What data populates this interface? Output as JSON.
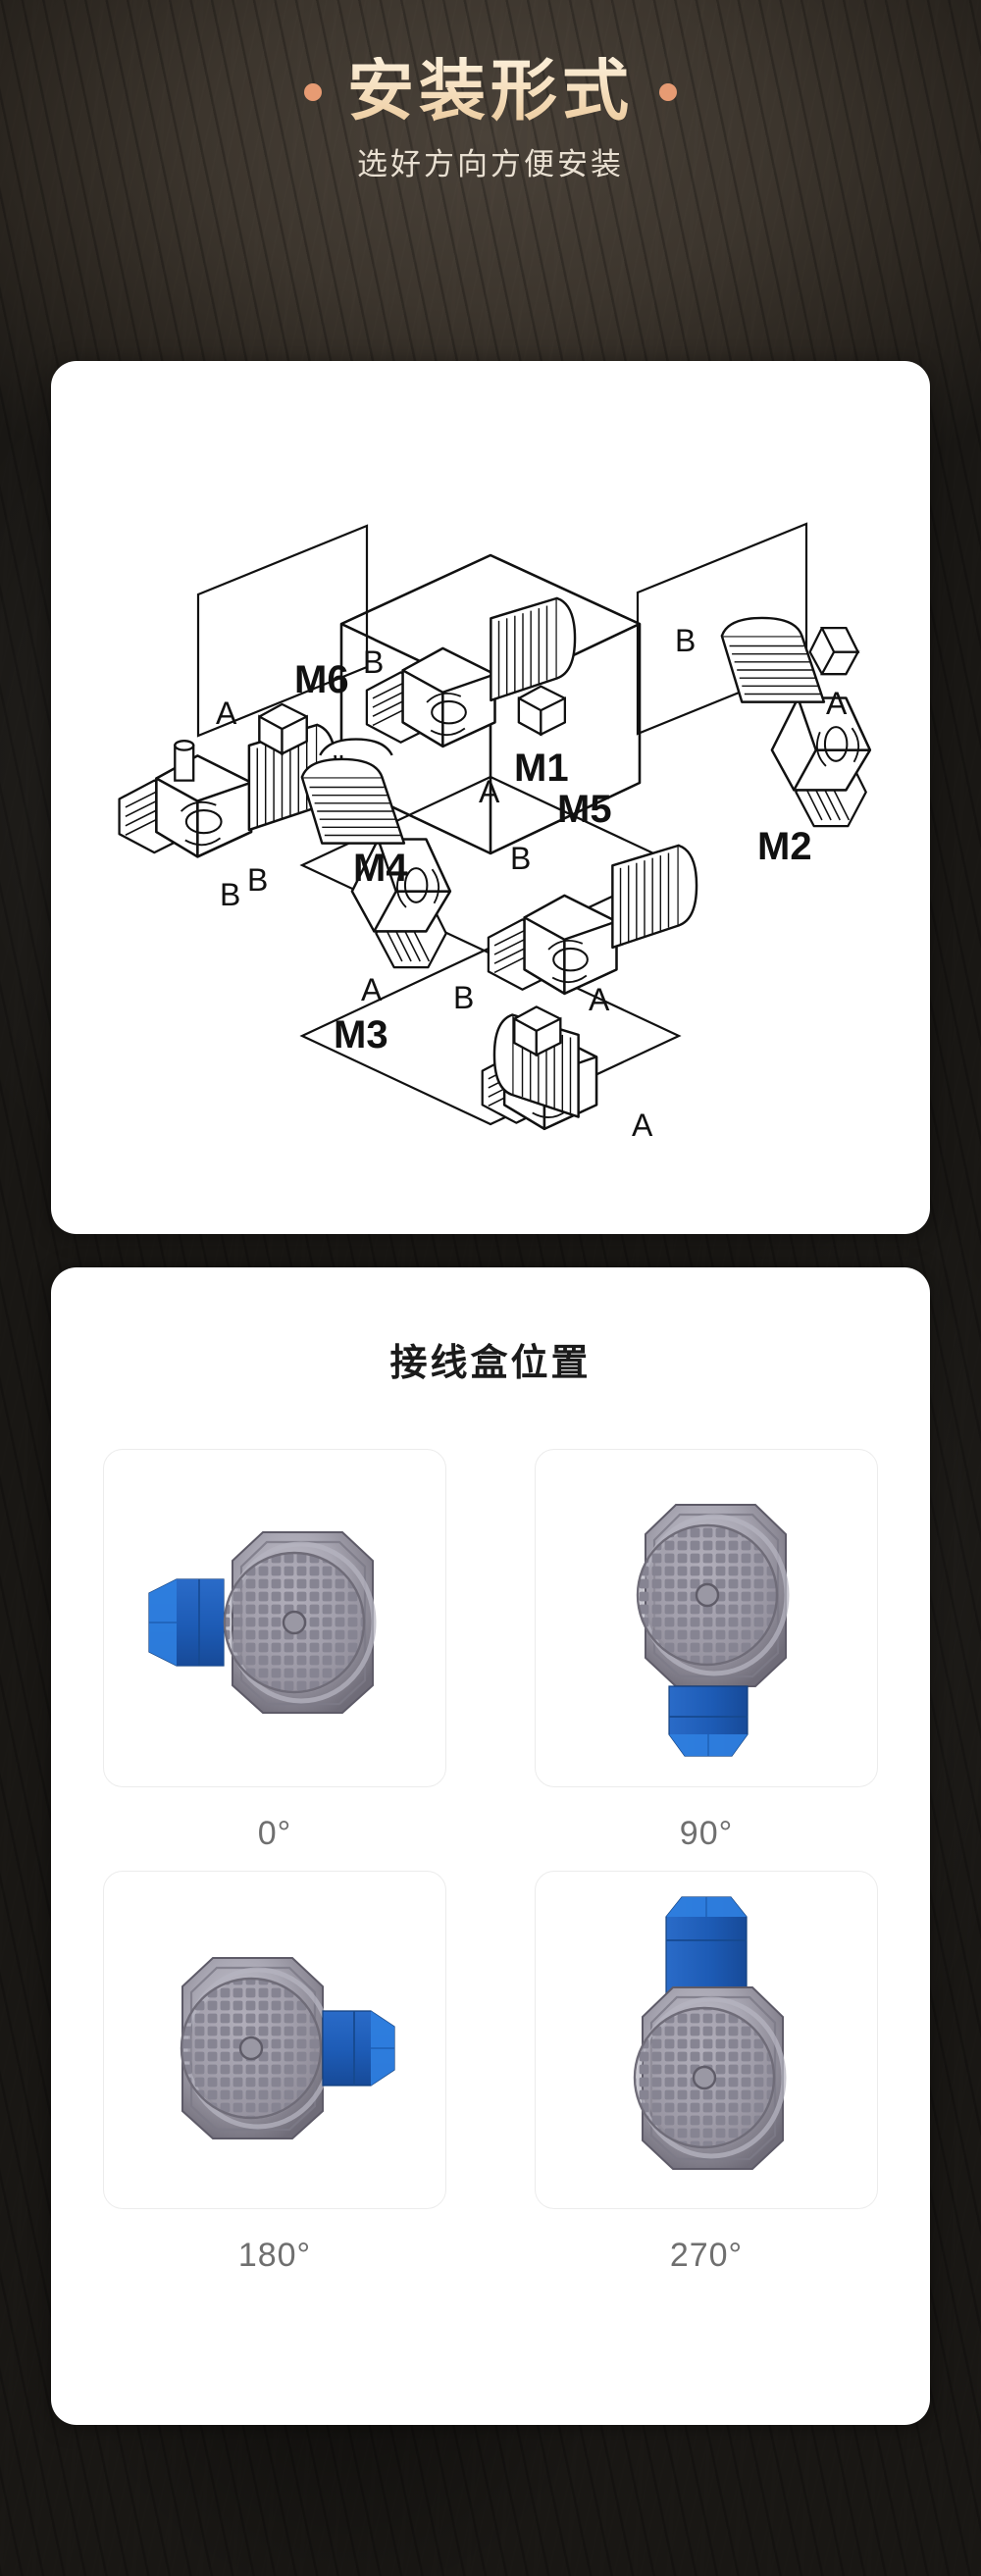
{
  "header": {
    "title": "安装形式",
    "subtitle": "选好方向方便安装",
    "title_color": "#f3e2c6",
    "dot_color": "#e79b73",
    "background_color": "#2f2a24"
  },
  "mounting_diagram": {
    "positions": [
      {
        "code": "M6",
        "axis_markers": [
          "A",
          "B"
        ]
      },
      {
        "code": "M1",
        "axis_markers": [
          "B",
          "A"
        ]
      },
      {
        "code": "M2",
        "axis_markers": [
          "B",
          "A"
        ]
      },
      {
        "code": "M4",
        "axis_markers": [
          "B",
          "A"
        ]
      },
      {
        "code": "M5",
        "axis_markers": [
          "B",
          "A"
        ]
      },
      {
        "code": "M3",
        "axis_markers": [
          "B",
          "A"
        ]
      }
    ],
    "labels": {
      "m6": "M6",
      "m1": "M1",
      "m2": "M2",
      "m4": "M4",
      "m5": "M5",
      "m3": "M3",
      "a": "A",
      "b": "B"
    }
  },
  "terminal_section": {
    "title": "接线盒位置",
    "box_color": "#1d5bb5",
    "box_highlight_color": "#2f7fe0",
    "housing_color": "#9a98a2",
    "items": [
      {
        "label": "0°",
        "box_position": "left"
      },
      {
        "label": "90°",
        "box_position": "bottom"
      },
      {
        "label": "180°",
        "box_position": "right"
      },
      {
        "label": "270°",
        "box_position": "top"
      }
    ]
  }
}
